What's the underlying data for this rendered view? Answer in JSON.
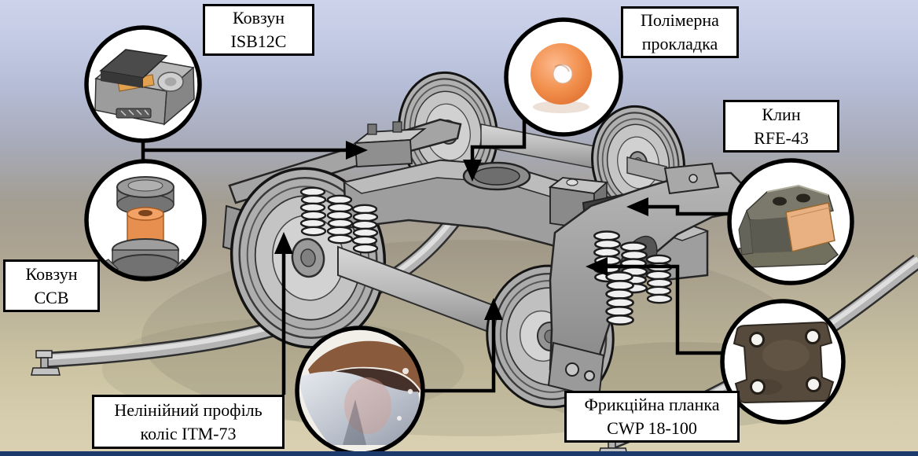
{
  "figure": {
    "description": "Freight railcar bogie 3D render with component callouts",
    "footer_bar_color": "#1d3a6c",
    "callouts": [
      {
        "id": "slider-isb12c",
        "lines": [
          "Ковзун",
          "ISB12C"
        ]
      },
      {
        "id": "polymer-pad",
        "lines": [
          "Полімерна",
          "прокладка"
        ]
      },
      {
        "id": "wedge-rfe43",
        "lines": [
          "Клин",
          "RFE-43"
        ]
      },
      {
        "id": "slider-ccb",
        "lines": [
          "Ковзун",
          "ССВ"
        ]
      },
      {
        "id": "wheel-profile-itm73",
        "lines": [
          "Нелінійний профіль",
          "коліс  ІТМ-73"
        ]
      },
      {
        "id": "friction-plate-cwp",
        "lines": [
          "Фрикційна планка",
          "CWP 18-100"
        ]
      }
    ],
    "insets": [
      {
        "id": "isb12c-cad-view",
        "depicts": "side-bearing ISB12C CAD render",
        "accent": "#e2a14e"
      },
      {
        "id": "ccb-cad-view",
        "depicts": "side-bearing CCB exploded CAD render",
        "accent": "#e78f4e"
      },
      {
        "id": "polymer-pad-photo",
        "depicts": "orange polymer pad ring photo",
        "accent": "#ef8a4e"
      },
      {
        "id": "rfe43-wedge-photo",
        "depicts": "friction wedge RFE-43 photo",
        "accent": "#e9b082"
      },
      {
        "id": "wheel-profile-photo",
        "depicts": "worn wheel tread profile photo",
        "accent": "#8a5a3c"
      },
      {
        "id": "cwp-plate-photo",
        "depicts": "friction plate CWP 18-100 photo",
        "accent": "#564a3c"
      }
    ]
  }
}
